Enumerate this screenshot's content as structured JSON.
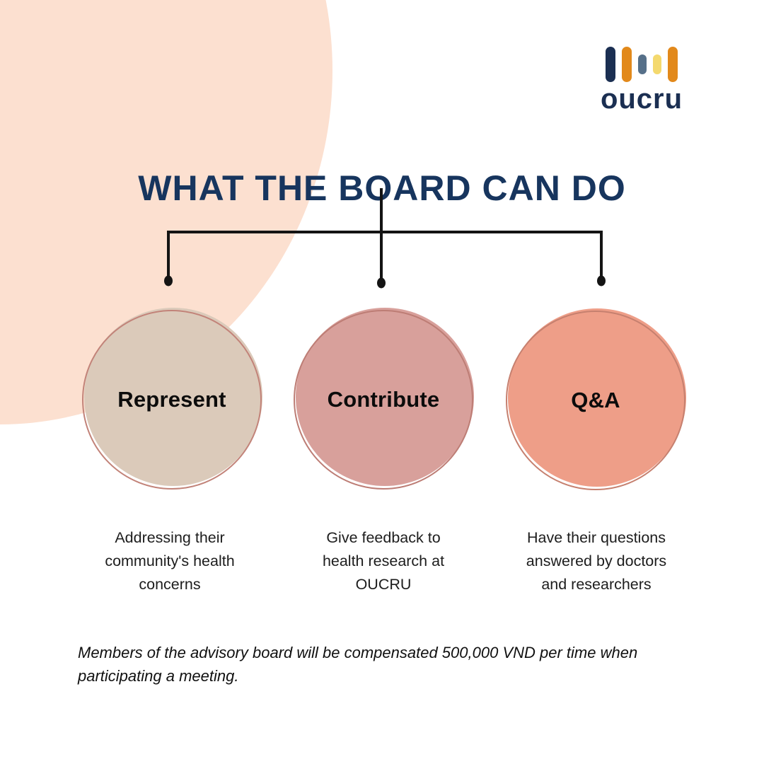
{
  "logo": {
    "text": "oucru",
    "bars": [
      "navy-bar",
      "orange-bar",
      "slate-bar",
      "yellow-bar",
      "orange-bar"
    ]
  },
  "title": "WHAT THE BOARD CAN DO",
  "branches": [
    {
      "label": "Represent",
      "desc_lines": [
        "Addressing their",
        "community's health",
        "concerns"
      ]
    },
    {
      "label": "Contribute",
      "desc_lines": [
        "Give feedback to",
        "health research at",
        "OUCRU"
      ]
    },
    {
      "label": "Q&A",
      "desc_lines": [
        "Have their questions",
        "answered by doctors",
        "and researchers"
      ]
    }
  ],
  "footer": {
    "lines": [
      "Members of the advisory board will be compensated 500,000 VND per time when",
      "participating a meeting."
    ]
  },
  "colors": {
    "navy": "#17355e",
    "blob-peach": "#fce0d0",
    "line-black": "#141414",
    "text-black": "#1d1d1d",
    "logo-navy": "#1b2f52",
    "logo-orange": "#e2891b",
    "logo-slate": "#567089",
    "logo-yellow": "#f4d96e",
    "c1-fill": "#dbcaba",
    "c1-ring": "#c28379",
    "c2-fill": "#d8a09b",
    "c2-ring": "#bd7d75",
    "c3-fill": "#ee9e88",
    "c3-ring": "#c6806f"
  }
}
